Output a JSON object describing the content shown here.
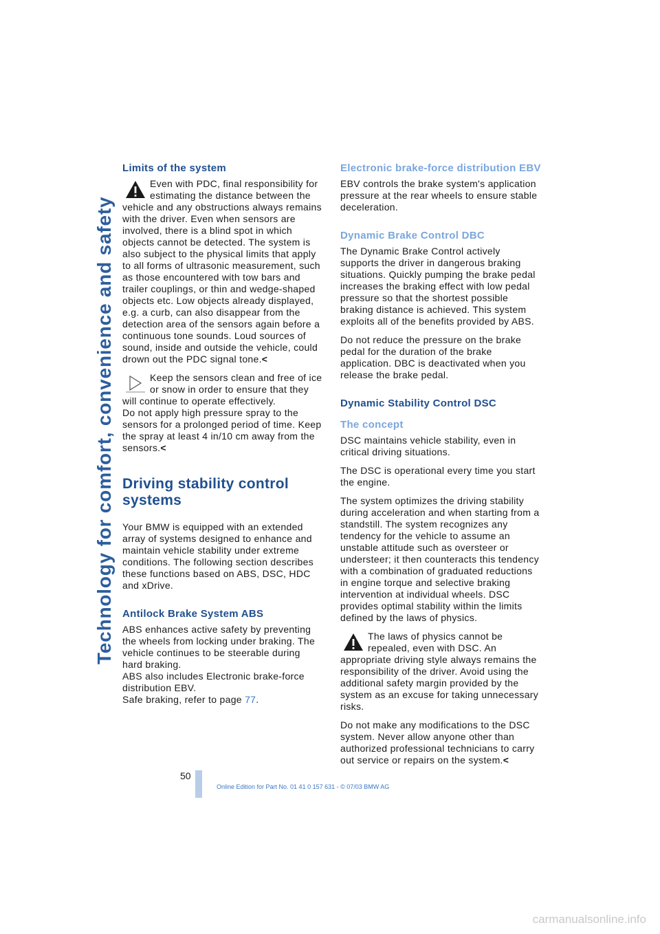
{
  "side_title": "Technology for comfort, convenience and safety",
  "left": {
    "h_limits": "Limits of the system",
    "note1": "Even with PDC, final responsibility for estimating the distance between the vehicle and any obstructions always remains with the driver. Even when sensors are involved, there is a blind spot in which objects cannot be detected. The system is also subject to the physical limits that apply to all forms of ultrasonic measurement, such as those encountered with tow bars and trailer couplings, or thin and wedge-shaped objects etc. Low objects already displayed, e.g. a curb, can also disappear from the detection area of the sensors again before a continuous tone sounds. Loud sources of sound, inside and outside the vehicle, could drown out the PDC signal tone.",
    "note2_a": "Keep the sensors clean and free of ice or snow in order to ensure that they will continue to operate effectively.",
    "note2_b": "Do not apply high pressure spray to the sensors for a prolonged period of time. Keep the spray at least 4 in/10 cm away from the sensors.",
    "h_driving": "Driving stability control systems",
    "p_driving": "Your BMW is equipped with an extended array of systems designed to enhance and maintain vehicle stability under extreme conditions. The following section describes these functions based on ABS, DSC, HDC and xDrive.",
    "h_abs": "Antilock Brake System ABS",
    "abs_1": "ABS enhances active safety by preventing the wheels from locking under braking. The vehicle continues to be steerable during hard braking.",
    "abs_2": "ABS also includes Electronic brake-force distribution EBV.",
    "abs_3": "Safe braking, refer to page",
    "abs_page": "77",
    "abs_end": "."
  },
  "right": {
    "h_ebv": "Electronic brake-force distribution EBV",
    "p_ebv": "EBV controls the brake system's application pressure at the rear wheels to ensure stable deceleration.",
    "h_dbc": "Dynamic Brake Control DBC",
    "p_dbc1": "The Dynamic Brake Control actively supports the driver in dangerous braking situations. Quickly pumping the brake pedal increases the braking effect with low pedal pressure so that the shortest possible braking distance is achieved. This system exploits all of the benefits provided by ABS.",
    "p_dbc2": "Do not reduce the pressure on the brake pedal for the duration of the brake application. DBC is deactivated when you release the brake pedal.",
    "h_dsc": "Dynamic Stability Control DSC",
    "h_concept": "The concept",
    "p_c1": "DSC maintains vehicle stability, even in critical driving situations.",
    "p_c2": "The DSC is operational every time you start the engine.",
    "p_c3": "The system optimizes the driving stability during acceleration and when starting from a standstill. The system recognizes any tendency for the vehicle to assume an unstable attitude such as oversteer or understeer; it then counteracts this tendency with a combination of graduated reductions in engine torque and selective braking intervention at individual wheels. DSC provides optimal stability within the limits defined by the laws of physics.",
    "note3": "The laws of physics cannot be repealed, even with DSC. An appropriate driving style always remains the responsibility of the driver. Avoid using the additional safety margin provided by the system as an excuse for taking unnecessary risks.",
    "p_c4": "Do not make any modifications to the DSC system. Never allow anyone other than authorized professional technicians to carry out service or repairs on the system."
  },
  "end_mark": "<",
  "page_number": "50",
  "footer": "Online Edition for Part No. 01 41 0 157 631 - © 07/03 BMW AG",
  "watermark": "carmanualsonline.info",
  "icons": {
    "warning": "warning-triangle-icon",
    "tip": "tip-arrow-icon"
  },
  "colors": {
    "heading": "#1f4f8f",
    "subheading_light": "#7aa6dc",
    "side_title": "#2c5e9e",
    "link": "#3b78c4"
  }
}
